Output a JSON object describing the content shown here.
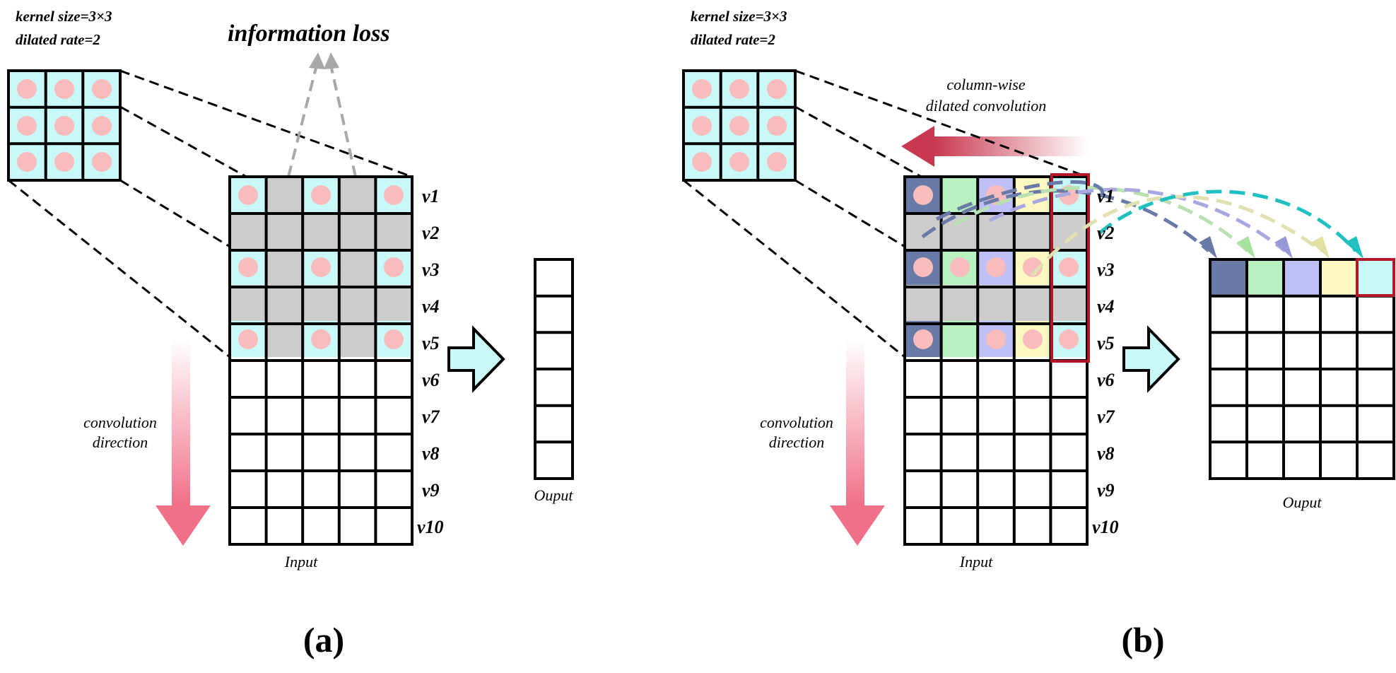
{
  "panel_a": {
    "kernel_size": "kernel size=3×3",
    "dilated_rate": "dilated rate=2",
    "info_loss": "information loss",
    "direction_line1": "convolution",
    "direction_line2": "direction",
    "input_label": "Input",
    "output_label": "Ouput",
    "panel_label": "(a)",
    "row_labels": [
      "v1",
      "v2",
      "v3",
      "v4",
      "v5",
      "v6",
      "v7",
      "v8",
      "v9",
      "v10"
    ]
  },
  "panel_b": {
    "kernel_size": "kernel size=3×3",
    "dilated_rate": "dilated rate=2",
    "column_wise_line1": "column-wise",
    "column_wise_line2": "dilated convolution",
    "direction_line1": "convolution",
    "direction_line2": "direction",
    "input_label": "Input",
    "output_label": "Ouput",
    "panel_label": "(b)",
    "row_labels": [
      "v1",
      "v2",
      "v3",
      "v4",
      "v5",
      "v6",
      "v7",
      "v8",
      "v9",
      "v10"
    ]
  },
  "colors": {
    "cyan": "#c8f8f8",
    "gray": "#cccccc",
    "pink_dot": "#f8bcbc",
    "navy": "#6a7aa6",
    "green": "#b8f0c0",
    "lavender": "#c0c0f8",
    "yellow": "#fcf8c0",
    "red_box": "#b01828",
    "arrow_pink": "#f07088",
    "gray_arrow": "#a8a8a8"
  }
}
